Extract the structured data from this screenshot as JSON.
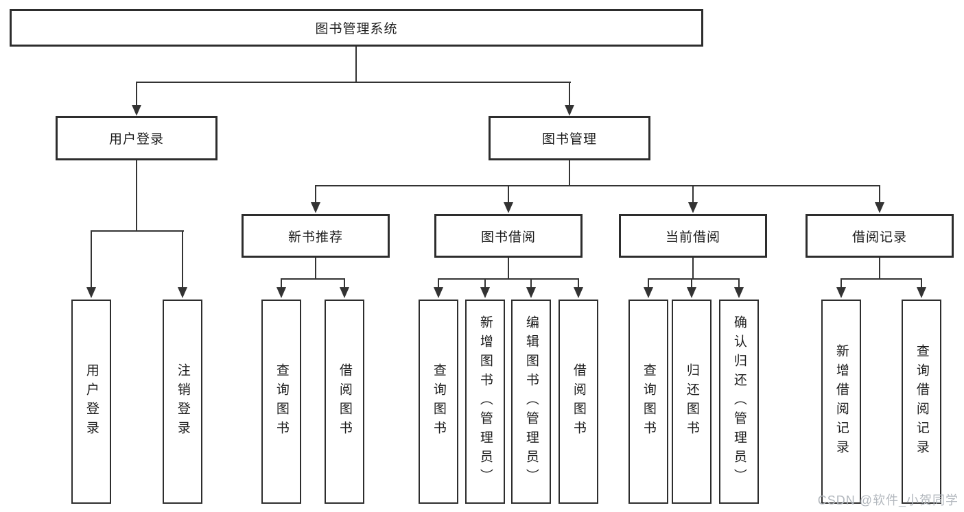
{
  "nodes": {
    "root": {
      "label": "图书管理系统"
    },
    "user_login": {
      "label": "用户登录",
      "children": [
        "用户登录",
        "注销登录"
      ]
    },
    "book_mgmt": {
      "label": "图书管理"
    },
    "new_book_rec": {
      "label": "新书推荐",
      "children": [
        "查询图书",
        "借阅图书"
      ]
    },
    "book_borrow": {
      "label": "图书借阅",
      "children": [
        "查询图书",
        "新增图书（管理员）",
        "编辑图书（管理员）",
        "借阅图书"
      ]
    },
    "current_borrow": {
      "label": "当前借阅",
      "children": [
        "查询图书",
        "归还图书",
        "确认归还（管理员）"
      ]
    },
    "borrow_record": {
      "label": "借阅记录",
      "children": [
        "新增借阅记录",
        "查询借阅记录"
      ]
    },
    "watermark": {
      "text": "CSDN @软件_小贺同学"
    }
  },
  "colors": {
    "line": "#333333",
    "border": "#2d2d2d",
    "text": "#1d1d1d",
    "watermark": "#b3b8be",
    "background": "#ffffff"
  }
}
